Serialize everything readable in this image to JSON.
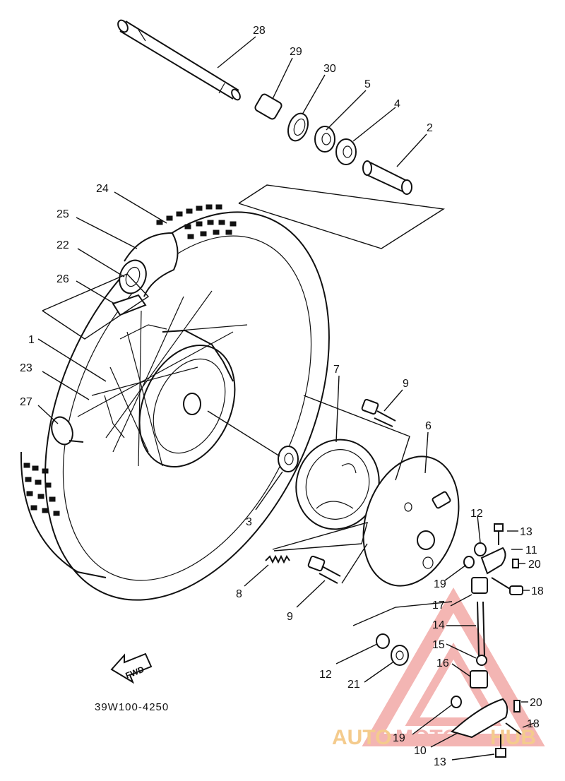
{
  "callouts": [
    {
      "id": "28",
      "label": "28"
    },
    {
      "id": "29",
      "label": "29"
    },
    {
      "id": "30",
      "label": "30"
    },
    {
      "id": "5",
      "label": "5"
    },
    {
      "id": "4",
      "label": "4"
    },
    {
      "id": "2",
      "label": "2"
    },
    {
      "id": "24",
      "label": "24"
    },
    {
      "id": "25",
      "label": "25"
    },
    {
      "id": "22",
      "label": "22"
    },
    {
      "id": "26",
      "label": "26"
    },
    {
      "id": "1",
      "label": "1"
    },
    {
      "id": "23",
      "label": "23"
    },
    {
      "id": "27",
      "label": "27"
    },
    {
      "id": "7",
      "label": "7"
    },
    {
      "id": "9a",
      "label": "9"
    },
    {
      "id": "6",
      "label": "6"
    },
    {
      "id": "3",
      "label": "3"
    },
    {
      "id": "8",
      "label": "8"
    },
    {
      "id": "9b",
      "label": "9"
    },
    {
      "id": "12a",
      "label": "12"
    },
    {
      "id": "13a",
      "label": "13"
    },
    {
      "id": "11",
      "label": "11"
    },
    {
      "id": "20a",
      "label": "20"
    },
    {
      "id": "19a",
      "label": "19"
    },
    {
      "id": "18a",
      "label": "18"
    },
    {
      "id": "17",
      "label": "17"
    },
    {
      "id": "14",
      "label": "14"
    },
    {
      "id": "15",
      "label": "15"
    },
    {
      "id": "16",
      "label": "16"
    },
    {
      "id": "12b",
      "label": "12"
    },
    {
      "id": "21",
      "label": "21"
    },
    {
      "id": "20b",
      "label": "20"
    },
    {
      "id": "18b",
      "label": "18"
    },
    {
      "id": "19b",
      "label": "19"
    },
    {
      "id": "10",
      "label": "10"
    },
    {
      "id": "13b",
      "label": "13"
    }
  ],
  "diagram_code": "39W100-4250",
  "fwd_label": "FWD",
  "watermark": {
    "part1": "AUTO",
    "part2": "MOTO",
    "part3": "HUB"
  },
  "colors": {
    "line": "#111111",
    "watermark_orange": "#f3c27a",
    "watermark_red": "#f2a9a6"
  }
}
